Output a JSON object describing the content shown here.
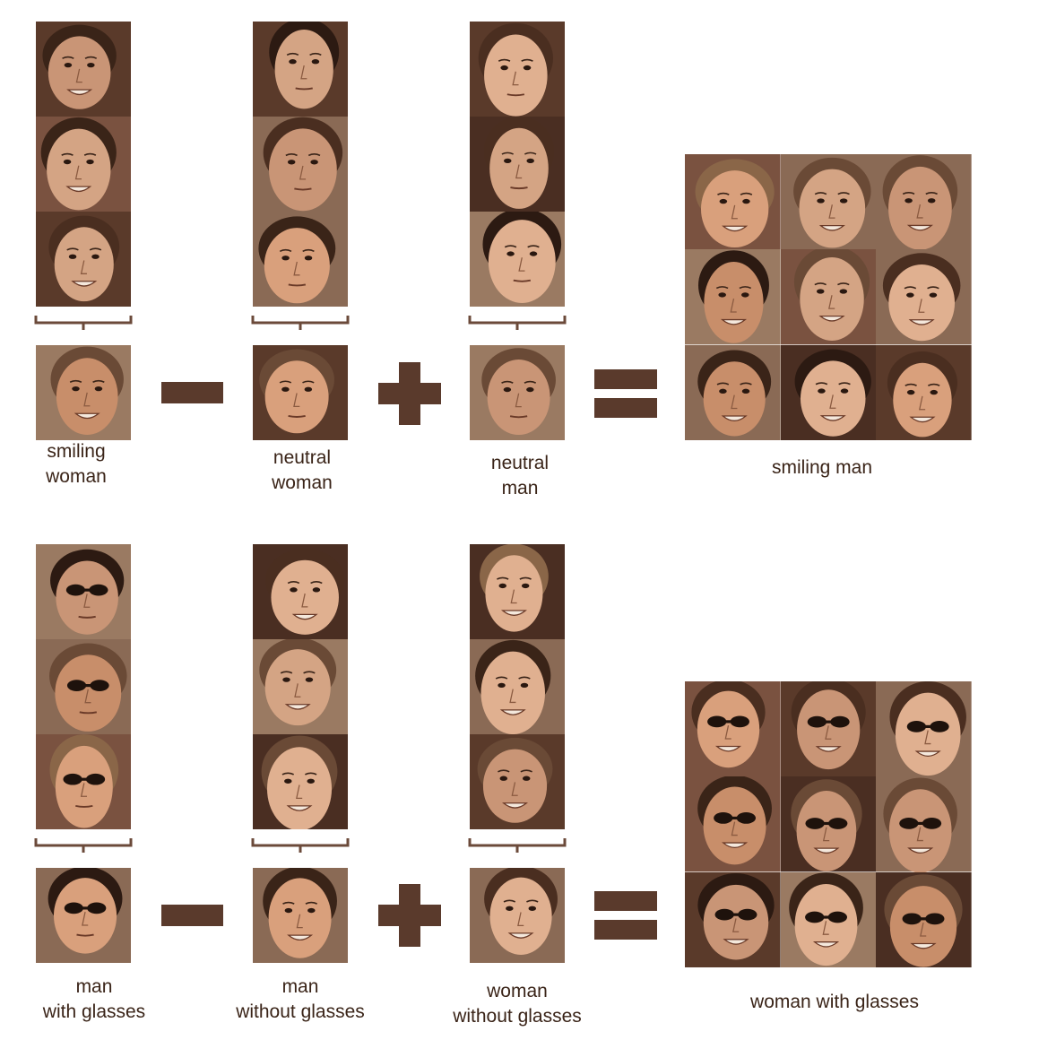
{
  "row1": {
    "column_a_label": [
      "smiling",
      "woman"
    ],
    "column_b_label": [
      "neutral",
      "woman"
    ],
    "column_c_label": [
      "neutral",
      "man"
    ],
    "result_label": "smiling man"
  },
  "row2": {
    "column_a_label": [
      "man",
      "with glasses"
    ],
    "column_b_label": [
      "man",
      "without glasses"
    ],
    "column_c_label": [
      "woman",
      "without glasses"
    ],
    "result_label": "woman with glasses"
  },
  "colors": {
    "operator": "#5a3a2c",
    "bracket": "#6b4a3a",
    "sepia_bg": "#6b4434",
    "skin": "#d9a07c"
  }
}
